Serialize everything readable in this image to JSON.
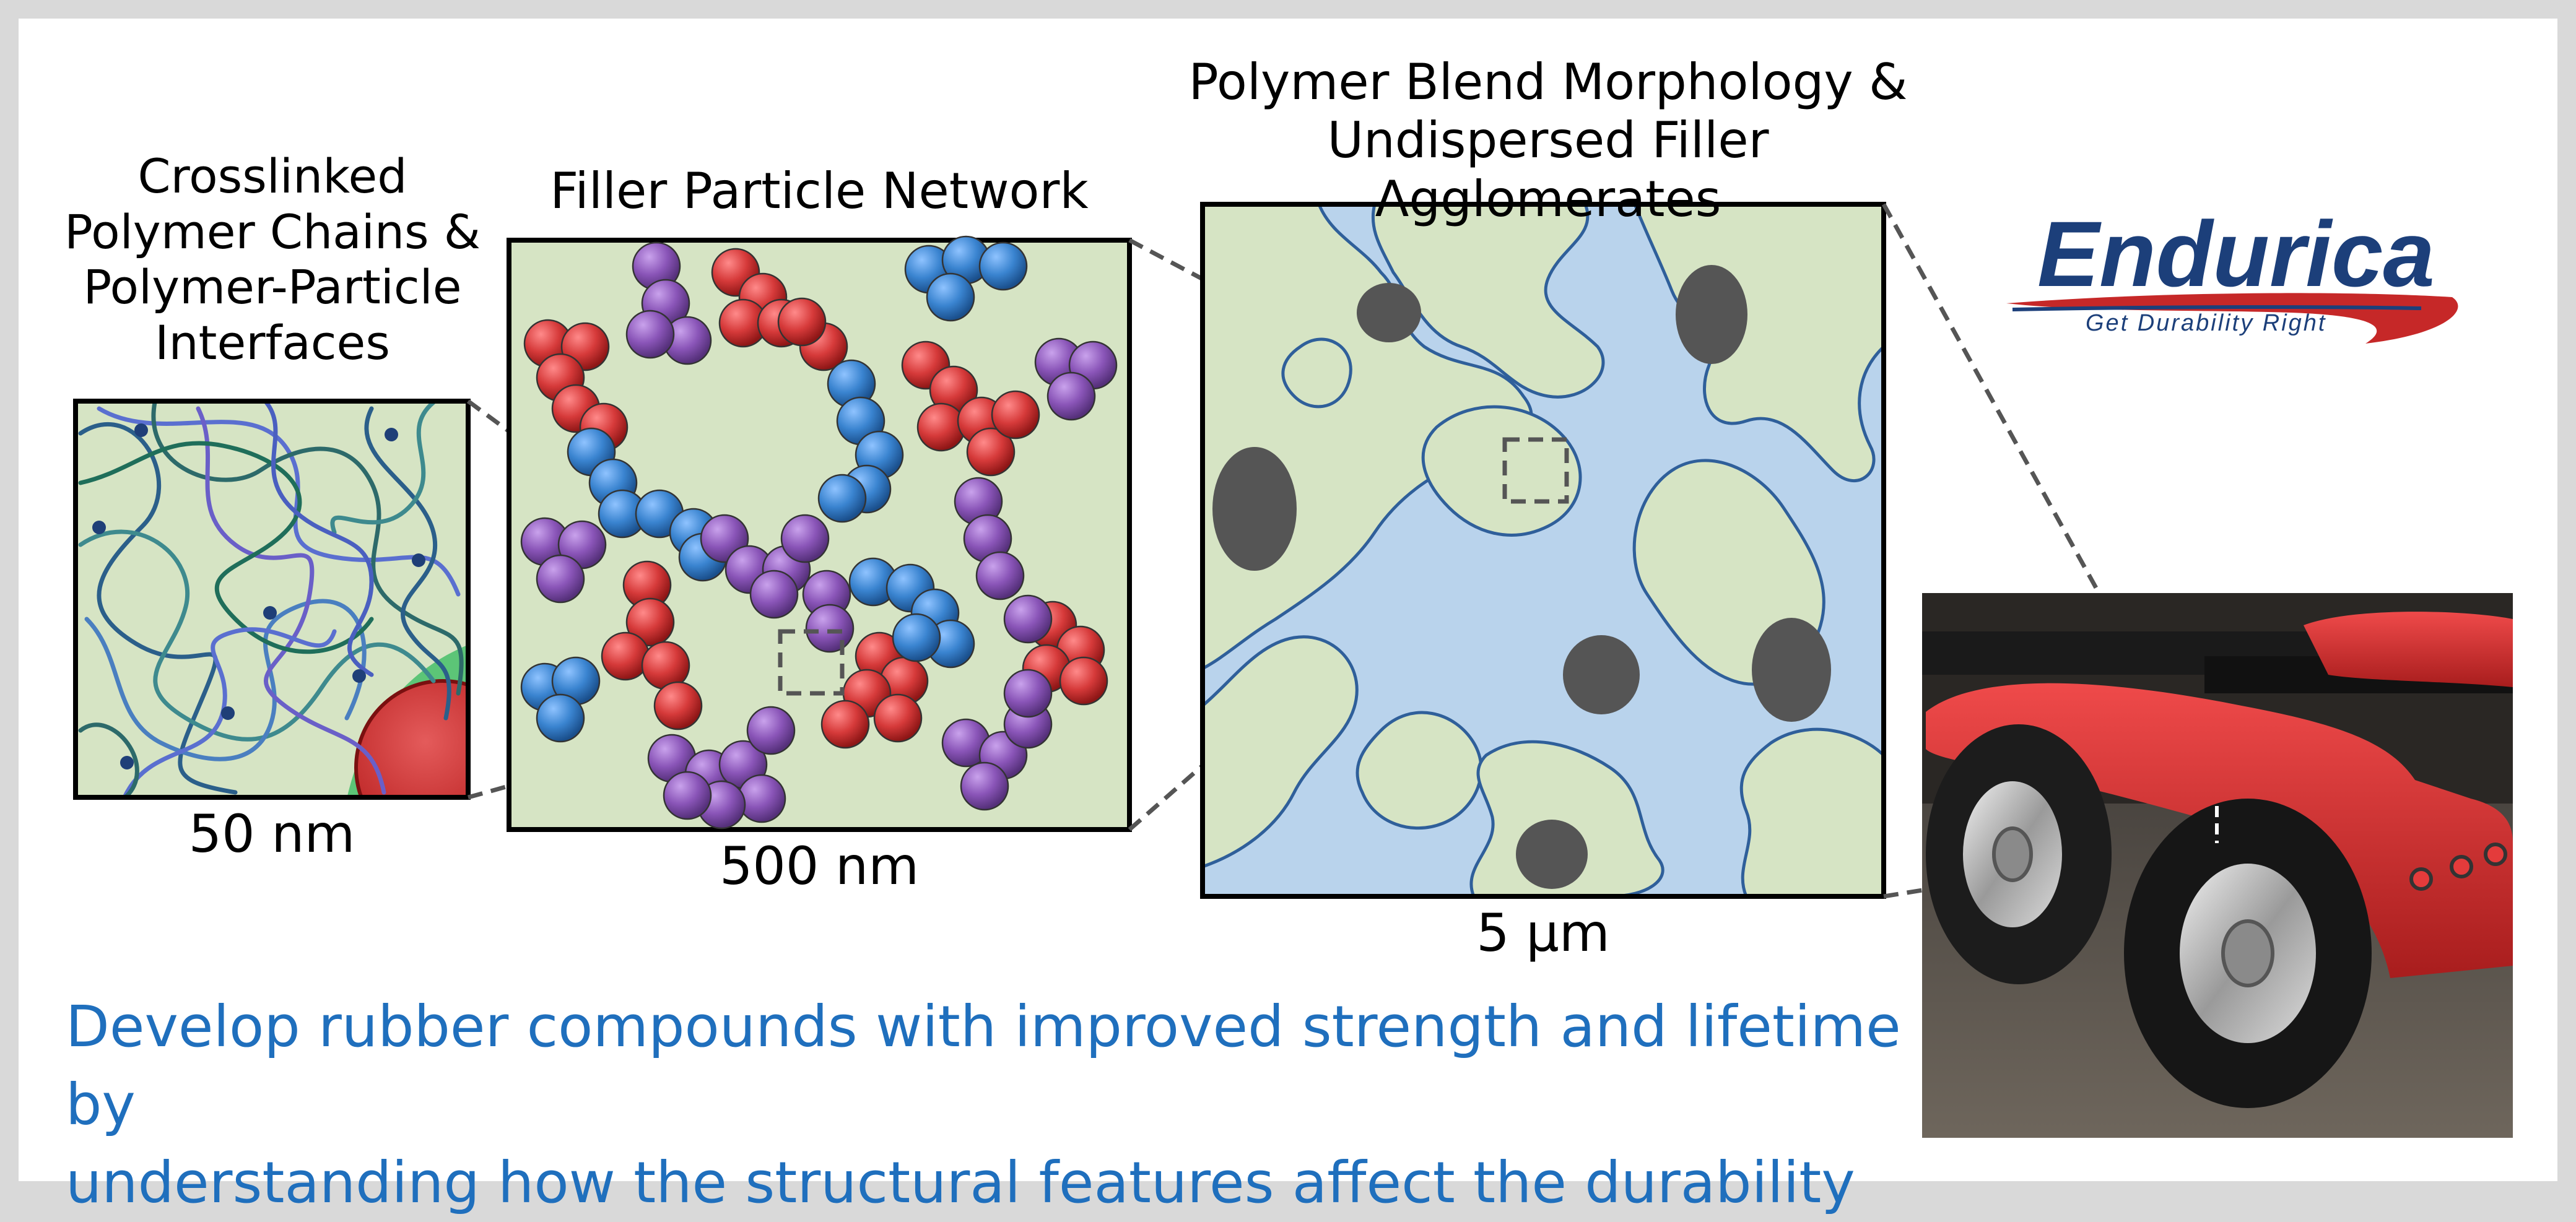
{
  "panels": {
    "polymer_chains": {
      "title_lines": [
        "Crosslinked",
        "Polymer Chains &",
        "Polymer-Particle",
        "Interfaces"
      ],
      "scale": "50 nm"
    },
    "filler_network": {
      "title": "Filler Particle Network",
      "scale": "500 nm"
    },
    "blend_morphology": {
      "title_lines": [
        "Polymer Blend Morphology &",
        "Undispersed Filler Agglomerates"
      ],
      "scale": "5 µm"
    }
  },
  "logo": {
    "name": "Endurica",
    "tagline": "Get Durability Right"
  },
  "caption_lines": [
    "Develop rubber compounds with improved strength and lifetime by",
    "understanding how the structural features affect the durability"
  ],
  "colors": {
    "frame": "#d9d9d9",
    "matrix_green": "#d6e4c4",
    "blend_blue": "#b9d3ec",
    "particle_red": "#d63a3a",
    "particle_blue": "#3a84d0",
    "particle_purple": "#8a55b8",
    "agglomerate": "#555555",
    "caption_blue": "#1f6fbd",
    "logo_navy": "#1c3f7a",
    "logo_red": "#c62828"
  }
}
